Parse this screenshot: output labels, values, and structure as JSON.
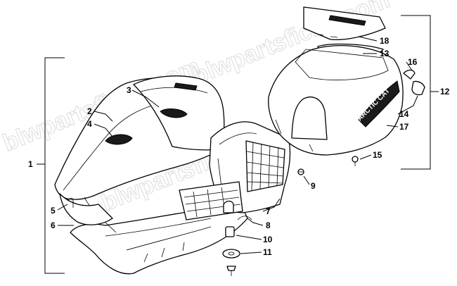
{
  "watermark": "blwpartsfiche.com",
  "logo_text": "ARCTIC CAT",
  "callouts": [
    {
      "label": "1"
    },
    {
      "label": "2"
    },
    {
      "label": "3"
    },
    {
      "label": "4"
    },
    {
      "label": "5"
    },
    {
      "label": "6"
    },
    {
      "label": "7"
    },
    {
      "label": "8"
    },
    {
      "label": "9"
    },
    {
      "label": "10"
    },
    {
      "label": "11"
    },
    {
      "label": "12"
    },
    {
      "label": "13"
    },
    {
      "label": "14"
    },
    {
      "label": "15"
    },
    {
      "label": "16"
    },
    {
      "label": "17"
    },
    {
      "label": "18"
    }
  ]
}
